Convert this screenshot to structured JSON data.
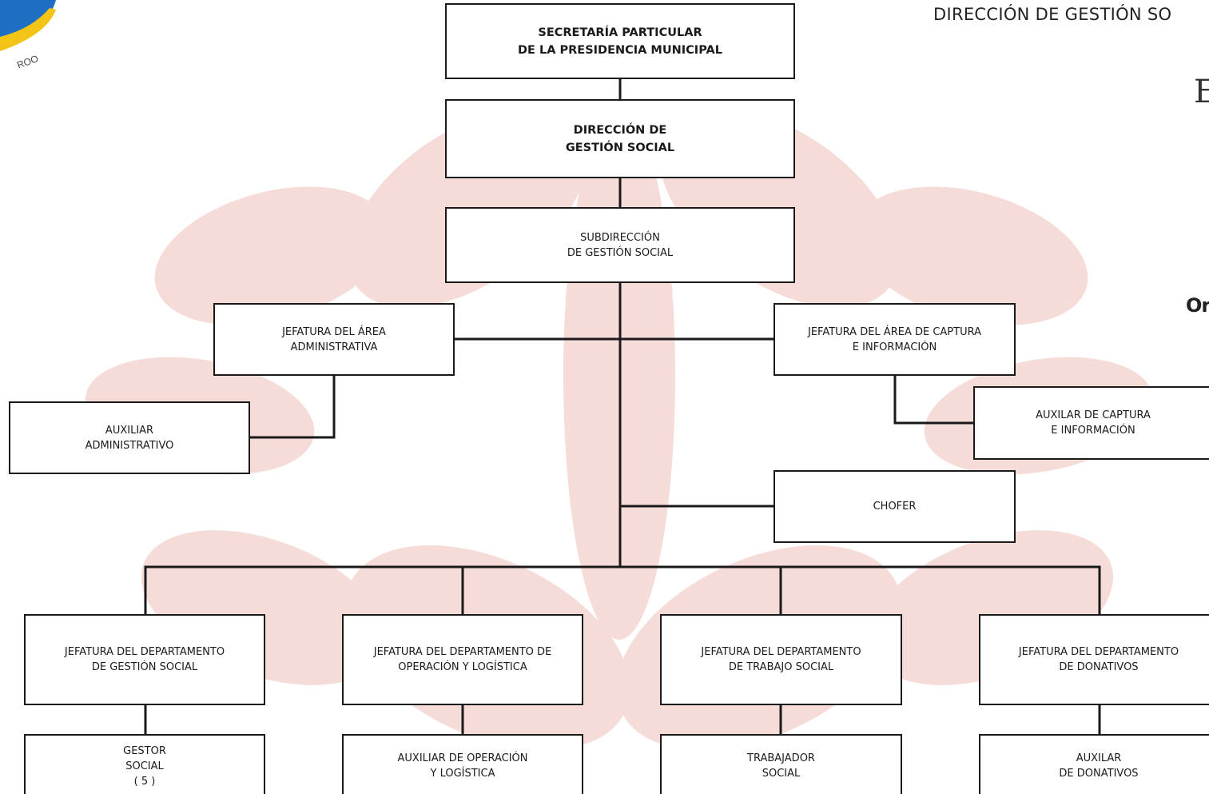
{
  "header": {
    "title_fragment": "DIRECCIÓN DE GESTIÓN SO",
    "partial_letter_e": "E",
    "partial_letter_o": "Or",
    "logo_text": "ROO"
  },
  "colors": {
    "line": "#1a1a1a",
    "box_border": "#1a1a1a",
    "watermark": "#f6dcd9",
    "logo_blue": "#1c6fc2",
    "logo_yellow": "#f3c316"
  },
  "nodes": {
    "secretaria": {
      "lines": [
        "SECRETARÍA PARTICULAR",
        "DE LA PRESIDENCIA MUNICIPAL"
      ]
    },
    "direccion": {
      "lines": [
        "DIRECCIÓN DE",
        "GESTIÓN SOCIAL"
      ]
    },
    "subdireccion": {
      "lines": [
        "SUBDIRECCIÓN",
        "DE GESTIÓN SOCIAL"
      ]
    },
    "jefatura_admin": {
      "lines": [
        "JEFATURA DEL ÁREA",
        "ADMINISTRATIVA"
      ]
    },
    "auxiliar_admin": {
      "lines": [
        "AUXILIAR",
        "ADMINISTRATIVO"
      ]
    },
    "jefatura_captura": {
      "lines": [
        "JEFATURA DEL ÁREA DE CAPTURA",
        "E INFORMACIÓN"
      ]
    },
    "auxiliar_captura": {
      "lines": [
        "AUXILAR DE CAPTURA",
        "E INFORMACIÓN"
      ]
    },
    "chofer": {
      "lines": [
        "CHOFER"
      ]
    },
    "jefatura_gestion": {
      "lines": [
        "JEFATURA DEL DEPARTAMENTO",
        "DE GESTIÓN SOCIAL"
      ]
    },
    "jefatura_operacion": {
      "lines": [
        "JEFATURA DEL DEPARTAMENTO DE",
        "OPERACIÓN Y LOGÍSTICA"
      ]
    },
    "jefatura_trabajo": {
      "lines": [
        "JEFATURA DEL DEPARTAMENTO",
        "DE TRABAJO SOCIAL"
      ]
    },
    "jefatura_donativos": {
      "lines": [
        "JEFATURA DEL DEPARTAMENTO",
        "DE DONATIVOS"
      ]
    },
    "gestor_social": {
      "lines": [
        "GESTOR",
        "SOCIAL",
        "( 5 )"
      ]
    },
    "auxiliar_operacion": {
      "lines": [
        "AUXILIAR DE OPERACIÓN",
        "Y LOGÍSTICA"
      ]
    },
    "trabajador_social": {
      "lines": [
        "TRABAJADOR",
        "SOCIAL"
      ]
    },
    "auxiliar_donativos": {
      "lines": [
        "AUXILAR",
        "DE DONATIVOS"
      ]
    }
  }
}
